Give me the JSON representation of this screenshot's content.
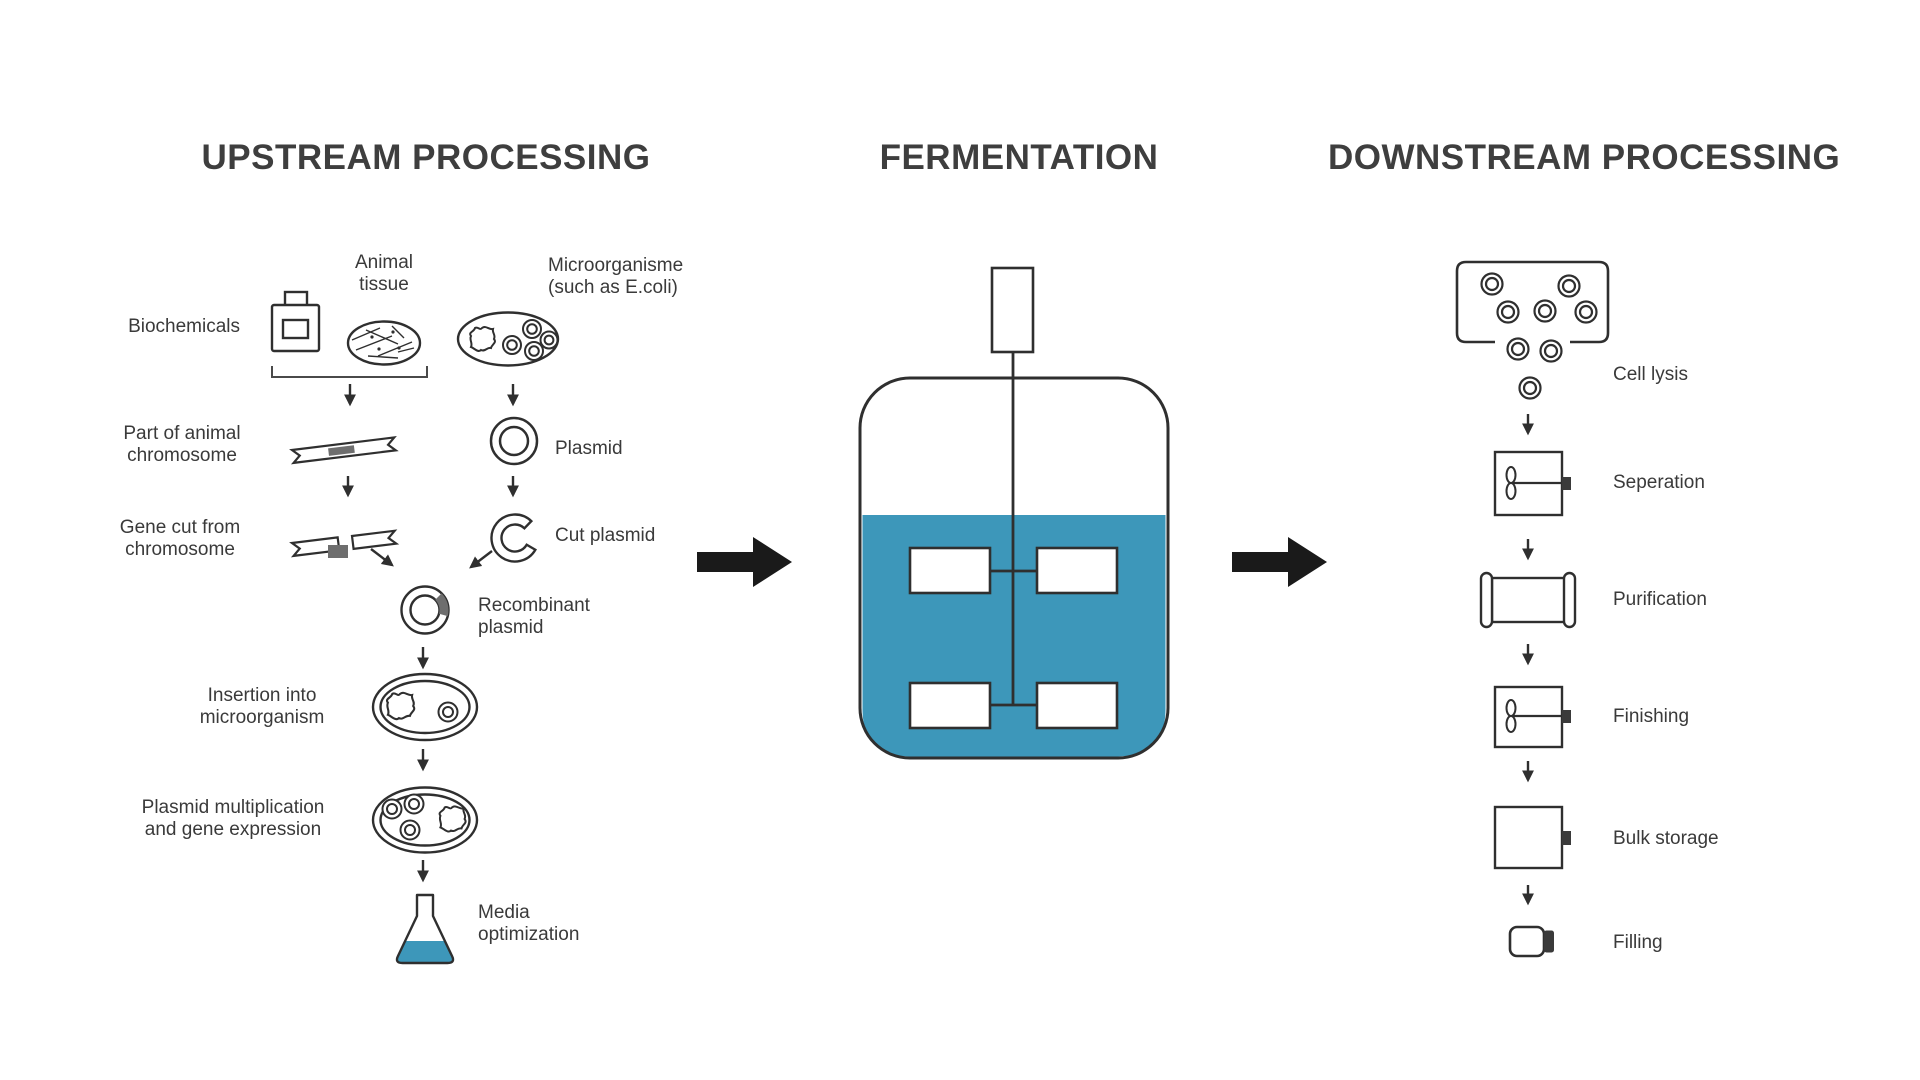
{
  "palette": {
    "ink": "#2f2f2f",
    "text": "#3a3a3a",
    "accent_blue": "#3d97ba",
    "segment_gray": "#6e6e6e",
    "arrow_black": "#1a1a1a"
  },
  "headers": {
    "upstream": "UPSTREAM PROCESSING",
    "fermentation": "FERMENTATION",
    "downstream": "DOWNSTREAM PROCESSING"
  },
  "upstream": {
    "animal_tissue": "Animal\ntissue",
    "biochemicals": "Biochemicals",
    "microorganisms": "Microorganisme\n(such as E.coli)",
    "part_of_animal_chromosome": "Part of animal\nchromosome",
    "plasmid": "Plasmid",
    "gene_cut_from_chromosome": "Gene cut from\nchromosome",
    "cut_plasmid": "Cut plasmid",
    "recombinant_plasmid": "Recombinant\nplasmid",
    "insertion_into_microorganism": "Insertion into\nmicroorganism",
    "plasmid_multiplication": "Plasmid multiplication\nand gene expression",
    "media_optimization": "Media\noptimization"
  },
  "downstream": {
    "steps": [
      "Cell lysis",
      "Seperation",
      "Purification",
      "Finishing",
      "Bulk storage",
      "Filling"
    ]
  }
}
